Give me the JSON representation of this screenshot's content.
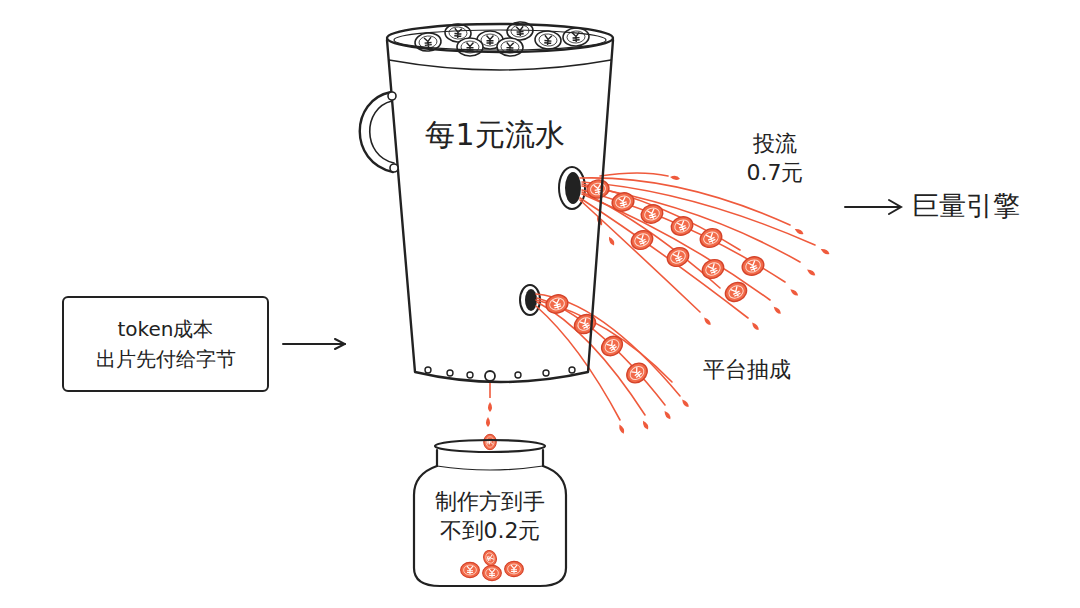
{
  "diagram": {
    "nodes": [
      {
        "text": [
          "token成本 出片先付给字节"
        ]
      },
      {
        "text": [
          "每1元流水"
        ]
      },
      {
        "text": [
          "制作方到手 不到0.2元"
        ]
      }
    ],
    "edges": [
      {
        "from": 0,
        "to": 1,
        "arrow": "to"
      }
    ],
    "labels": [
      "投流 0.7元",
      "巨量引擎",
      "平台抽成"
    ]
  }
}
